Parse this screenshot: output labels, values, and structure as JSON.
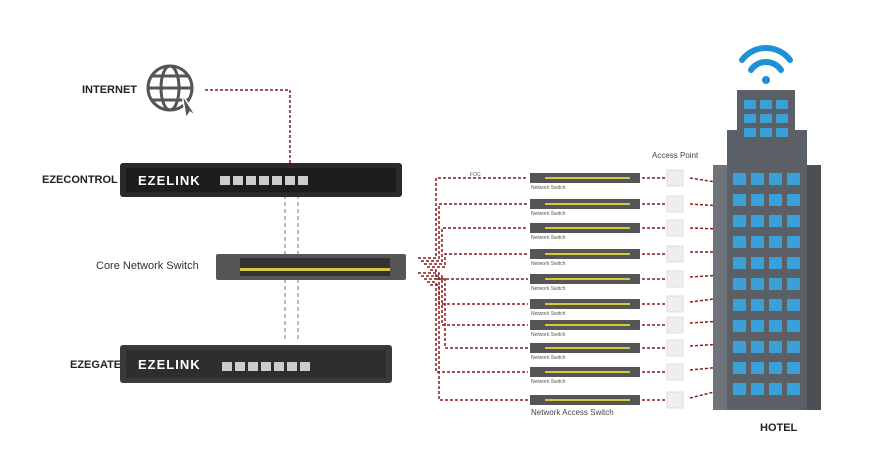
{
  "labels": {
    "internet": "INTERNET",
    "ezecontrol": "EZECONTROL",
    "core_switch": "Core Network Switch",
    "ezegate": "EZEGATE",
    "foc": "FOC",
    "access_point": "Access Point",
    "network_access_switch": "Network Access Switch",
    "hotel": "HOTEL"
  },
  "brand": "EZELINK",
  "switches": [
    "Network Switch",
    "Network Switch",
    "Network Switch",
    "Network Switch",
    "Network Switch",
    "Network Switch",
    "Network Switch",
    "Network Switch",
    "Network Switch"
  ],
  "colors": {
    "link": "#8b1a1a",
    "building": "#5a6066",
    "window": "#3aa0d8",
    "wifi": "#1e90d6",
    "device": "#2a2a2a"
  }
}
